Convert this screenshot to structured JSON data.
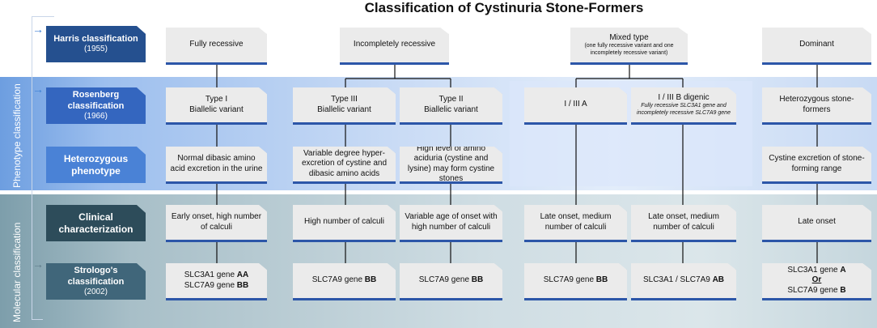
{
  "title": "Classification of Cystinuria Stone-Formers",
  "side_labels": {
    "phenotype": "Phenotype classification",
    "molecular": "Molecular classification"
  },
  "row_labels": {
    "harris": {
      "line1": "Harris classification",
      "line2": "(1955)"
    },
    "rosenberg": {
      "line1": "Rosenberg classification",
      "line2": "(1966)"
    },
    "heterozygous": {
      "line1": "Heterozygous",
      "line2": "phenotype"
    },
    "clinical": {
      "line1": "Clinical",
      "line2": "characterization"
    },
    "strologo": {
      "line1": "Strologo's classification",
      "line2": "(2002)"
    }
  },
  "harris": {
    "fully_recessive": "Fully recessive",
    "incompletely_recessive": "Incompletely recessive",
    "mixed_line1": "Mixed type",
    "mixed_line2": "(one fully recessive variant and one incompletely recessive variant)",
    "dominant": "Dominant"
  },
  "rosenberg": {
    "type1_line1": "Type I",
    "type1_line2": "Biallelic variant",
    "type3_line1": "Type III",
    "type3_line2": "Biallelic variant",
    "type2_line1": "Type II",
    "type2_line2": "Biallelic variant",
    "i_iiia": "I / III A",
    "i_iiib_line1": "I / III B digenic",
    "i_iiib_line2": "Fully recessive SLC3A1 gene and incompletely recessive SLC7A9 gene",
    "hetero_formers": "Heterozygous stone-formers"
  },
  "hetero": {
    "col1": "Normal dibasic amino acid excretion in the urine",
    "col2": "Variable degree hyper-excretion of cystine and dibasic amino acids",
    "col3": "High level of amino aciduria (cystine and lysine) may form cystine stones",
    "col6": "Cystine excretion of stone-forming range"
  },
  "clinical": {
    "col1": "Early onset, high number of calculi",
    "col2": "High number of calculi",
    "col3": "Variable age of onset with high number of calculi",
    "col4": "Late onset, medium number of calculi",
    "col5": "Late onset, medium number of calculi",
    "col6": "Late onset"
  },
  "strologo": {
    "c1a_pre": "SLC3A1 gene ",
    "c1a_bold": "AA",
    "c1b_pre": "SLC7A9 gene ",
    "c1b_bold": "BB",
    "c2_pre": "SLC7A9 gene ",
    "c2_bold": "BB",
    "c3_pre": "SLC7A9 gene ",
    "c3_bold": "BB",
    "c4_pre": "SLC7A9 gene ",
    "c4_bold": "BB",
    "c5_pre": "SLC3A1 / SLC7A9 ",
    "c5_bold": "AB",
    "c6a_pre": "SLC3A1 gene ",
    "c6a_bold": "A",
    "c6_or": "Or",
    "c6b_pre": "SLC7A9 gene ",
    "c6b_bold": "B"
  },
  "colors": {
    "harris_box": "#25508f",
    "rosenberg_box": "#3466bf",
    "heterozygous_box": "#4a82d6",
    "clinical_box": "#2d4c5a",
    "strologo_box": "#40667a",
    "accent_underline": "#2c56a8"
  }
}
